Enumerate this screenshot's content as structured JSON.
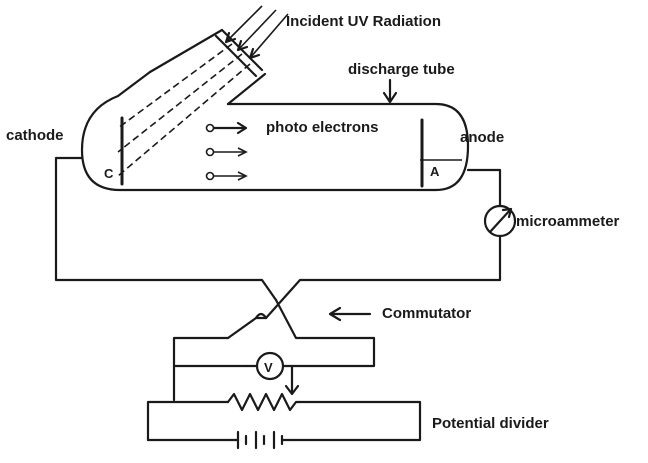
{
  "labels": {
    "incident_uv": "Incident UV Radiation",
    "discharge_tube": "discharge tube",
    "cathode": "cathode",
    "photo_electrons": "photo electrons",
    "anode": "anode",
    "cathode_letter": "C",
    "anode_letter": "A",
    "microammeter": "microammeter",
    "commutator": "Commutator",
    "voltmeter_letter": "V",
    "potential_divider": "Potential divider"
  },
  "colors": {
    "ink": "#1a1a1a",
    "background": "#ffffff"
  }
}
